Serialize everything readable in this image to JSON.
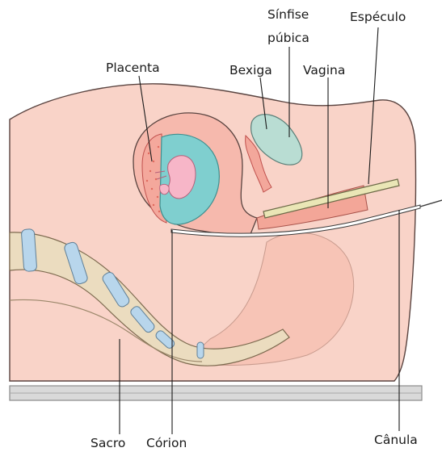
{
  "labels": {
    "sinfise_line1": "Sínfise",
    "sinfise_line2": "púbica",
    "especulo": "Espéculo",
    "placenta": "Placenta",
    "bexiga": "Bexiga",
    "vagina": "Vagina",
    "sacro": "Sacro",
    "corion": "Córion",
    "canula": "Cânula"
  },
  "colors": {
    "skin": "#f9d3c8",
    "skin_outline": "#5a4440",
    "uterus_wall": "#f6b9ad",
    "amniotic": "#7fcfcf",
    "bladder": "#b9ddd3",
    "bone": "#ebdcbf",
    "vertebral_disc": "#b8d6ec",
    "table": "#d9d9d9"
  }
}
